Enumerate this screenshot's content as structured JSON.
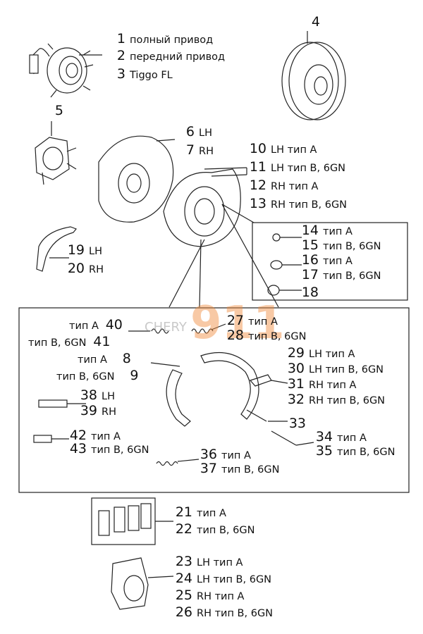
{
  "callouts": [
    {
      "num": "1",
      "label": "полный привод"
    },
    {
      "num": "2",
      "label": "передний привод"
    },
    {
      "num": "3",
      "label": "Tiggo FL"
    },
    {
      "num": "4",
      "label": ""
    },
    {
      "num": "5",
      "label": ""
    },
    {
      "num": "6",
      "label": "LH"
    },
    {
      "num": "7",
      "label": "RH"
    },
    {
      "num": "10",
      "label": "LH тип A"
    },
    {
      "num": "11",
      "label": "LH тип B, 6GN"
    },
    {
      "num": "12",
      "label": "RH тип A"
    },
    {
      "num": "13",
      "label": "RH тип B, 6GN"
    },
    {
      "num": "14",
      "label": "тип A"
    },
    {
      "num": "15",
      "label": "тип B, 6GN"
    },
    {
      "num": "16",
      "label": "тип A"
    },
    {
      "num": "17",
      "label": "тип B, 6GN"
    },
    {
      "num": "18",
      "label": ""
    },
    {
      "num": "19",
      "label": "LH"
    },
    {
      "num": "20",
      "label": "RH"
    },
    {
      "num": "40",
      "label": "тип A"
    },
    {
      "num": "41",
      "label": "тип B, 6GN"
    },
    {
      "num": "27",
      "label": "тип A"
    },
    {
      "num": "28",
      "label": "тип B, 6GN"
    },
    {
      "num": "8",
      "label": "тип A"
    },
    {
      "num": "9",
      "label": "тип B, 6GN"
    },
    {
      "num": "29",
      "label": "LH тип A"
    },
    {
      "num": "30",
      "label": "LH тип B, 6GN"
    },
    {
      "num": "31",
      "label": "RH тип A"
    },
    {
      "num": "32",
      "label": "RH тип B, 6GN"
    },
    {
      "num": "38",
      "label": "LH"
    },
    {
      "num": "39",
      "label": "RH"
    },
    {
      "num": "33",
      "label": ""
    },
    {
      "num": "42",
      "label": "тип A"
    },
    {
      "num": "43",
      "label": "тип B, 6GN"
    },
    {
      "num": "34",
      "label": "тип A"
    },
    {
      "num": "35",
      "label": "тип B, 6GN"
    },
    {
      "num": "36",
      "label": "тип A"
    },
    {
      "num": "37",
      "label": "тип B, 6GN"
    },
    {
      "num": "21",
      "label": "тип A"
    },
    {
      "num": "22",
      "label": "тип B, 6GN"
    },
    {
      "num": "23",
      "label": "LH тип A"
    },
    {
      "num": "24",
      "label": "LH тип B, 6GN"
    },
    {
      "num": "25",
      "label": "RH тип A"
    },
    {
      "num": "26",
      "label": "RH тип B, 6GN"
    }
  ],
  "watermark": {
    "brand": "CHERY",
    "number": "911"
  }
}
